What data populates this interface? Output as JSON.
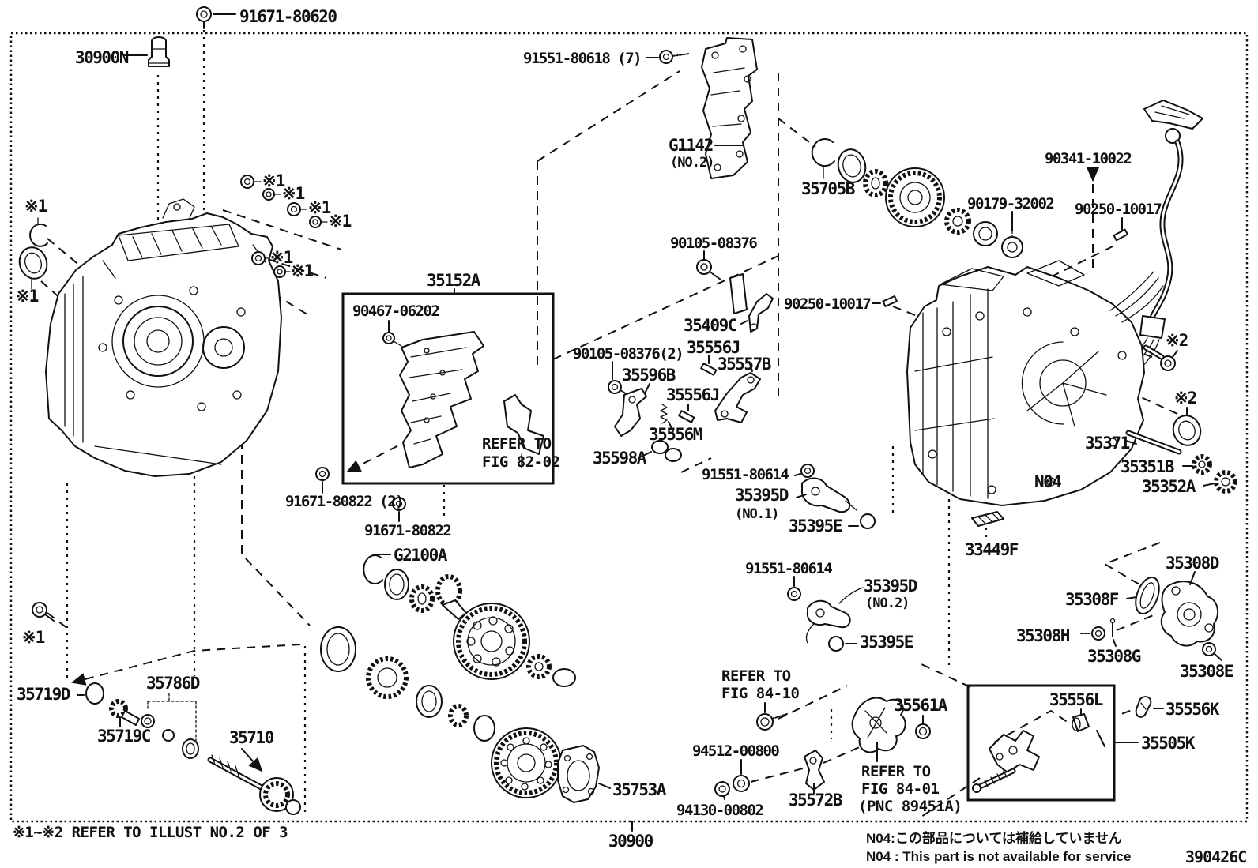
{
  "figure": {
    "code": "390426C",
    "main_part_number": "30900",
    "footer_note": "※1~※2 REFER TO ILLUST NO.2 OF 3",
    "n04_note_jp": "N04:この部品については補給していません",
    "n04_note_en": "N04 : This part is not available for service"
  },
  "markers": {
    "ref1": "※1",
    "ref2": "※2",
    "n04": "N04"
  },
  "callouts": {
    "fig8202_line1": "REFER TO",
    "fig8202_line2": "FIG 82-02",
    "fig8410_line1": "REFER TO",
    "fig8410_line2": "FIG 84-10",
    "fig8401_line1": "REFER TO",
    "fig8401_line2": "FIG 84-01",
    "fig8401_line3": "(PNC 89451A)"
  },
  "parts": {
    "p91671_80620": "91671-80620",
    "p30900n": "30900N",
    "p91551_80618": "91551-80618 (7)",
    "g1142": "G1142",
    "g1142_sub": "(NO.2)",
    "p35705b": "35705B",
    "p90341_10022": "90341-10022",
    "p90179_32002": "90179-32002",
    "p90250_10017": "90250-10017",
    "p35152a": "35152A",
    "p90467_06202": "90467-06202",
    "p90105_08376": "90105-08376",
    "p90105_08376_2": "90105-08376(2)",
    "p35409c": "35409C",
    "p35556j": "35556J",
    "p35557b": "35557B",
    "p35596b": "35596B",
    "p35556m": "35556M",
    "p35598a": "35598A",
    "p91671_80822_2": "91671-80822 (2)",
    "p91671_80822": "91671-80822",
    "g2100a": "G2100A",
    "p91551_80614": "91551-80614",
    "p35395d": "35395D",
    "p35395d_no1": "(NO.1)",
    "p35395d_no2": "(NO.2)",
    "p35395e": "35395E",
    "p33449f": "33449F",
    "p35371": "35371",
    "p35351b": "35351B",
    "p35352a": "35352A",
    "p35308d": "35308D",
    "p35308f": "35308F",
    "p35308h": "35308H",
    "p35308g": "35308G",
    "p35308e": "35308E",
    "p35719d": "35719D",
    "p35786d": "35786D",
    "p35719c": "35719C",
    "p35710": "35710",
    "p35753a": "35753A",
    "p94512_00800": "94512-00800",
    "p94130_00802": "94130-00802",
    "p35572b": "35572B",
    "p35561a": "35561A",
    "p35556l": "35556L",
    "p35556k": "35556K",
    "p35505k": "35505K"
  }
}
